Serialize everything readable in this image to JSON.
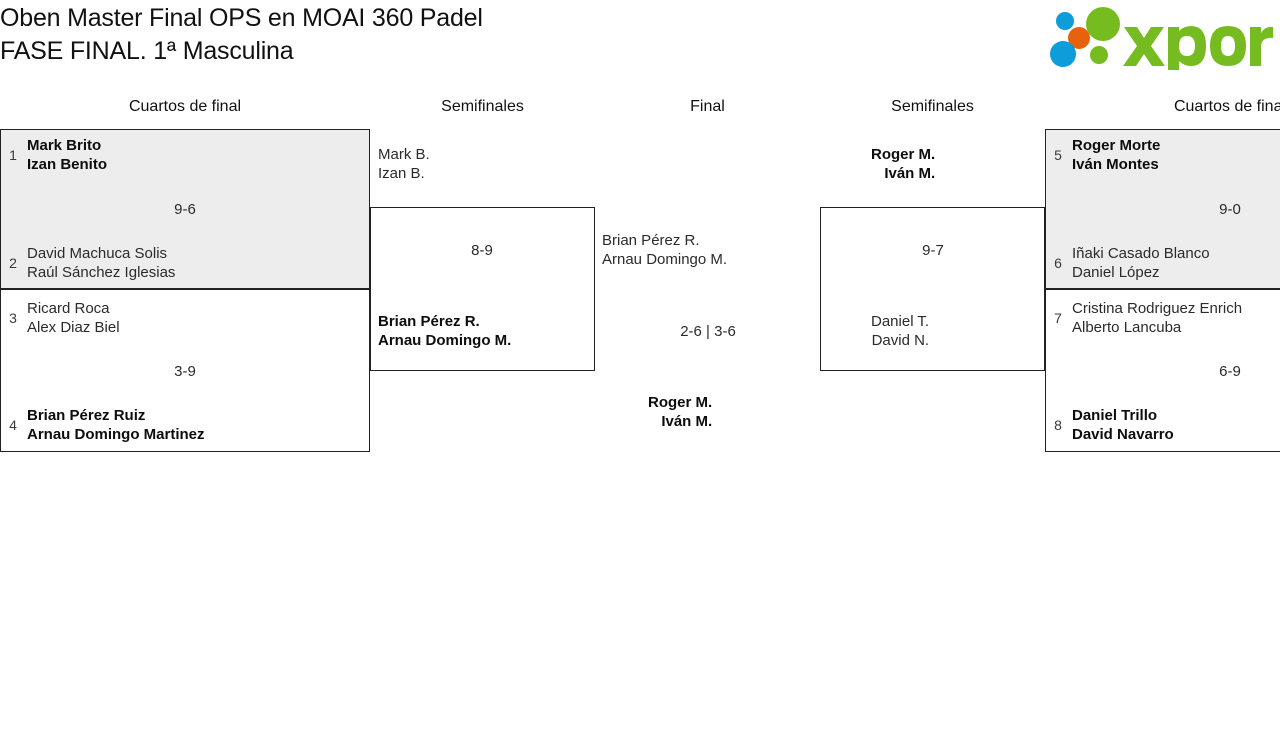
{
  "header": {
    "title_line1": "Oben Master Final OPS en MOAI 360 Padel",
    "title_line2": "FASE FINAL. 1ª Masculina",
    "logo_text": "xporty",
    "logo_colors": {
      "green": "#76bc21",
      "orange": "#e8620c",
      "blue": "#0d9ddb"
    }
  },
  "columns": {
    "qf_left": "Cuartos de final",
    "sf_left": "Semifinales",
    "final": "Final",
    "sf_right": "Semifinales",
    "qf_right": "Cuartos de final"
  },
  "bracket": {
    "quarterfinals_left": [
      {
        "score": "9-6",
        "teams": [
          {
            "seed": "1",
            "player1": "Mark Brito",
            "player2": "Izan Benito",
            "winner": true
          },
          {
            "seed": "2",
            "player1": "David Machuca Solis",
            "player2": "Raúl Sánchez Iglesias",
            "winner": false
          }
        ]
      },
      {
        "score": "3-9",
        "teams": [
          {
            "seed": "3",
            "player1": "Ricard Roca",
            "player2": "Alex Diaz Biel",
            "winner": false
          },
          {
            "seed": "4",
            "player1": "Brian Pérez Ruiz",
            "player2": "Arnau Domingo Martinez",
            "winner": true
          }
        ]
      }
    ],
    "quarterfinals_right": [
      {
        "score": "9-0",
        "teams": [
          {
            "seed": "5",
            "player1": "Roger Morte",
            "player2": "Iván Montes",
            "winner": true
          },
          {
            "seed": "6",
            "player1": "Iñaki Casado Blanco",
            "player2": "Daniel López",
            "winner": false
          }
        ]
      },
      {
        "score": "6-9",
        "teams": [
          {
            "seed": "7",
            "player1": "Cristina Rodriguez Enrich",
            "player2": "Alberto Lancuba",
            "winner": false
          },
          {
            "seed": "8",
            "player1": "Daniel Trillo",
            "player2": "David Navarro",
            "winner": true
          }
        ]
      }
    ],
    "semifinal_left": {
      "score": "8-9",
      "teams": [
        {
          "player1": "Mark B.",
          "player2": "Izan B.",
          "winner": false
        },
        {
          "player1": "Brian Pérez R.",
          "player2": "Arnau Domingo M.",
          "winner": true
        }
      ]
    },
    "semifinal_right": {
      "score": "9-7",
      "teams": [
        {
          "player1": "Roger M.",
          "player2": "Iván M.",
          "winner": true
        },
        {
          "player1": "Daniel T.",
          "player2": "David N.",
          "winner": false
        }
      ]
    },
    "final": {
      "score": "2-6 | 3-6",
      "teams": [
        {
          "player1": "Brian Pérez R.",
          "player2": "Arnau Domingo M.",
          "winner": false
        },
        {
          "player1": "Roger M.",
          "player2": "Iván M.",
          "winner": true
        }
      ]
    }
  }
}
